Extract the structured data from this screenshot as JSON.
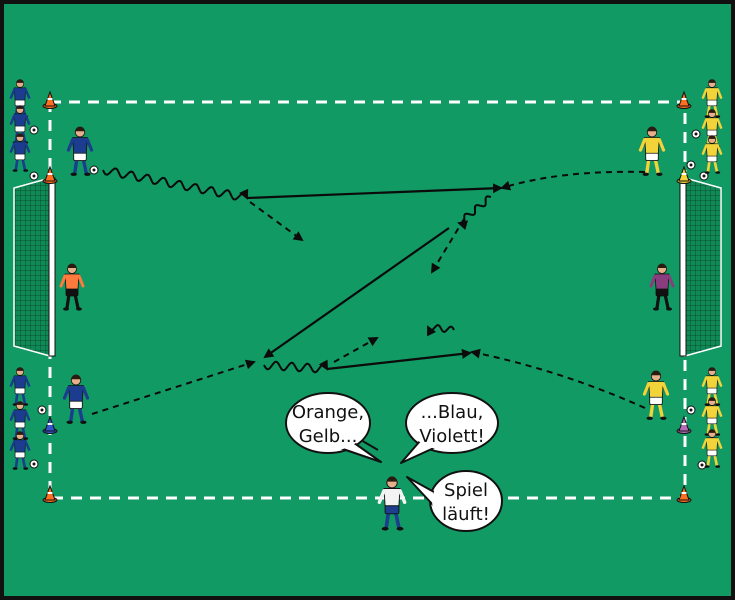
{
  "colors": {
    "frame": "#111111",
    "pitch": "#119a64",
    "line": "#ffffff",
    "path": "#0b0b0b",
    "cone_orange": "#ff6f1f",
    "cone_yellow": "#f5d33a",
    "cone_violet": "#b56cb8",
    "cone_blue": "#3355cc",
    "team_blue": "#1b3c8f",
    "team_yellow": "#f2d43a",
    "keeper_orange": "#ff7a3c",
    "keeper_violet": "#8a3d7e",
    "coach_shirt": "#f3f3f3",
    "coach_pants": "#1e3d8c"
  },
  "icons": {
    "player": "player-icon",
    "cone": "cone-icon",
    "ball": "soccer-ball-icon",
    "goal": "goal-net-icon",
    "speech_bubble": "speech-bubble-icon"
  },
  "bubbles": [
    {
      "id": "orange-gelb",
      "lines": [
        "Orange,",
        "Gelb..."
      ]
    },
    {
      "id": "blau-violett",
      "lines": [
        "...Blau,",
        "Violett!"
      ]
    },
    {
      "id": "spiel-laeuft",
      "lines": [
        "Spiel",
        "läuft!"
      ]
    }
  ]
}
